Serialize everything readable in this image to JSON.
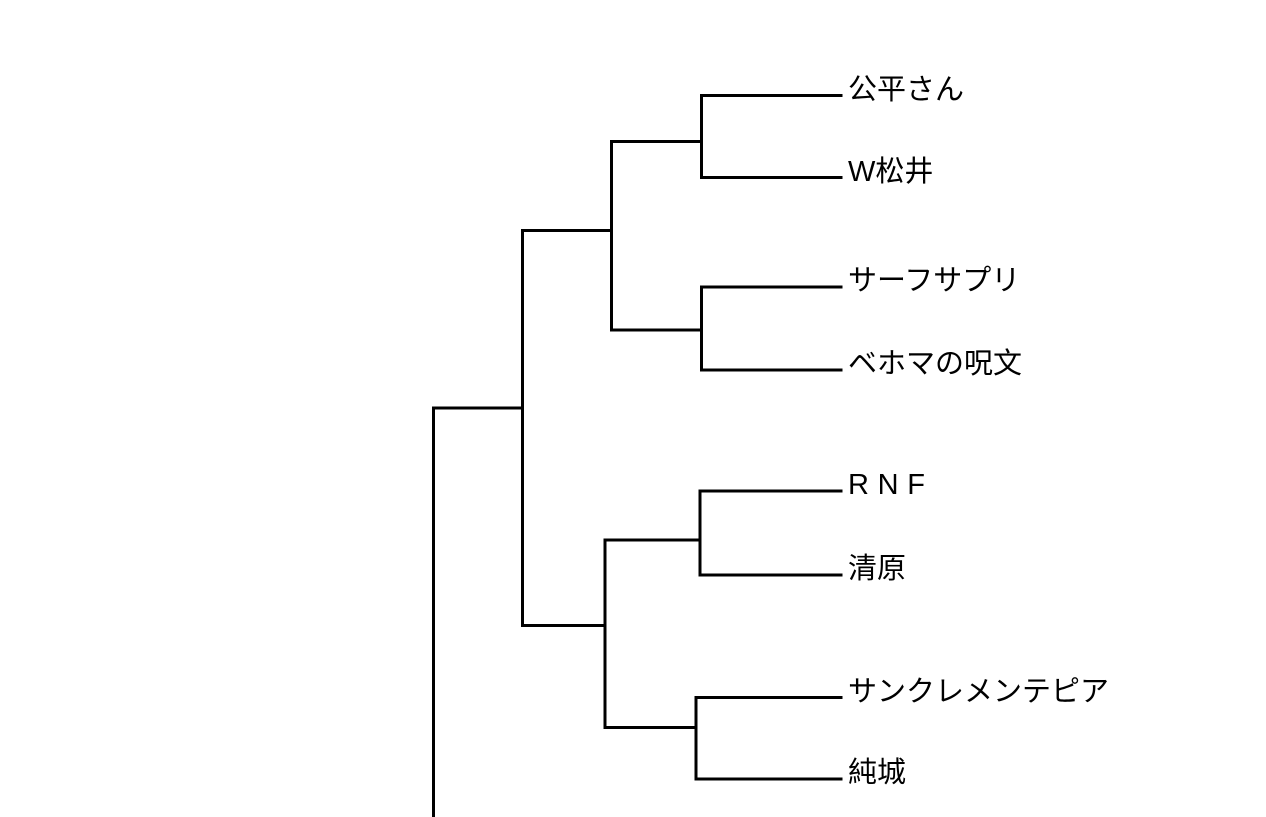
{
  "diagram": {
    "type": "dendrogram",
    "orientation": "leaves on right, root stem exits bottom-left edge",
    "background_color": "#ffffff",
    "line_color": "#000000",
    "text_color": "#000000",
    "leaves": [
      {
        "label": "公平さん"
      },
      {
        "label": "W松井"
      },
      {
        "label": "サーフサプリ"
      },
      {
        "label": "ベホマの呪文"
      },
      {
        "label": "RNF"
      },
      {
        "label": "清原"
      },
      {
        "label": "サンクレメンテピア"
      },
      {
        "label": "純城"
      }
    ],
    "tree": {
      "note": "root branch continues below the visible bottom edge of the image",
      "children": [
        {
          "children": [
            {
              "children": [
                {
                  "leaf": "公平さん"
                },
                {
                  "leaf": "W松井"
                }
              ]
            },
            {
              "children": [
                {
                  "leaf": "サーフサプリ"
                },
                {
                  "leaf": "ベホマの呪文"
                }
              ]
            }
          ]
        },
        {
          "children": [
            {
              "children": [
                {
                  "leaf": "RNF"
                },
                {
                  "leaf": "清原"
                }
              ]
            },
            {
              "children": [
                {
                  "leaf": "サンクレメンテピア"
                },
                {
                  "leaf": "純城"
                }
              ]
            }
          ]
        }
      ]
    }
  }
}
